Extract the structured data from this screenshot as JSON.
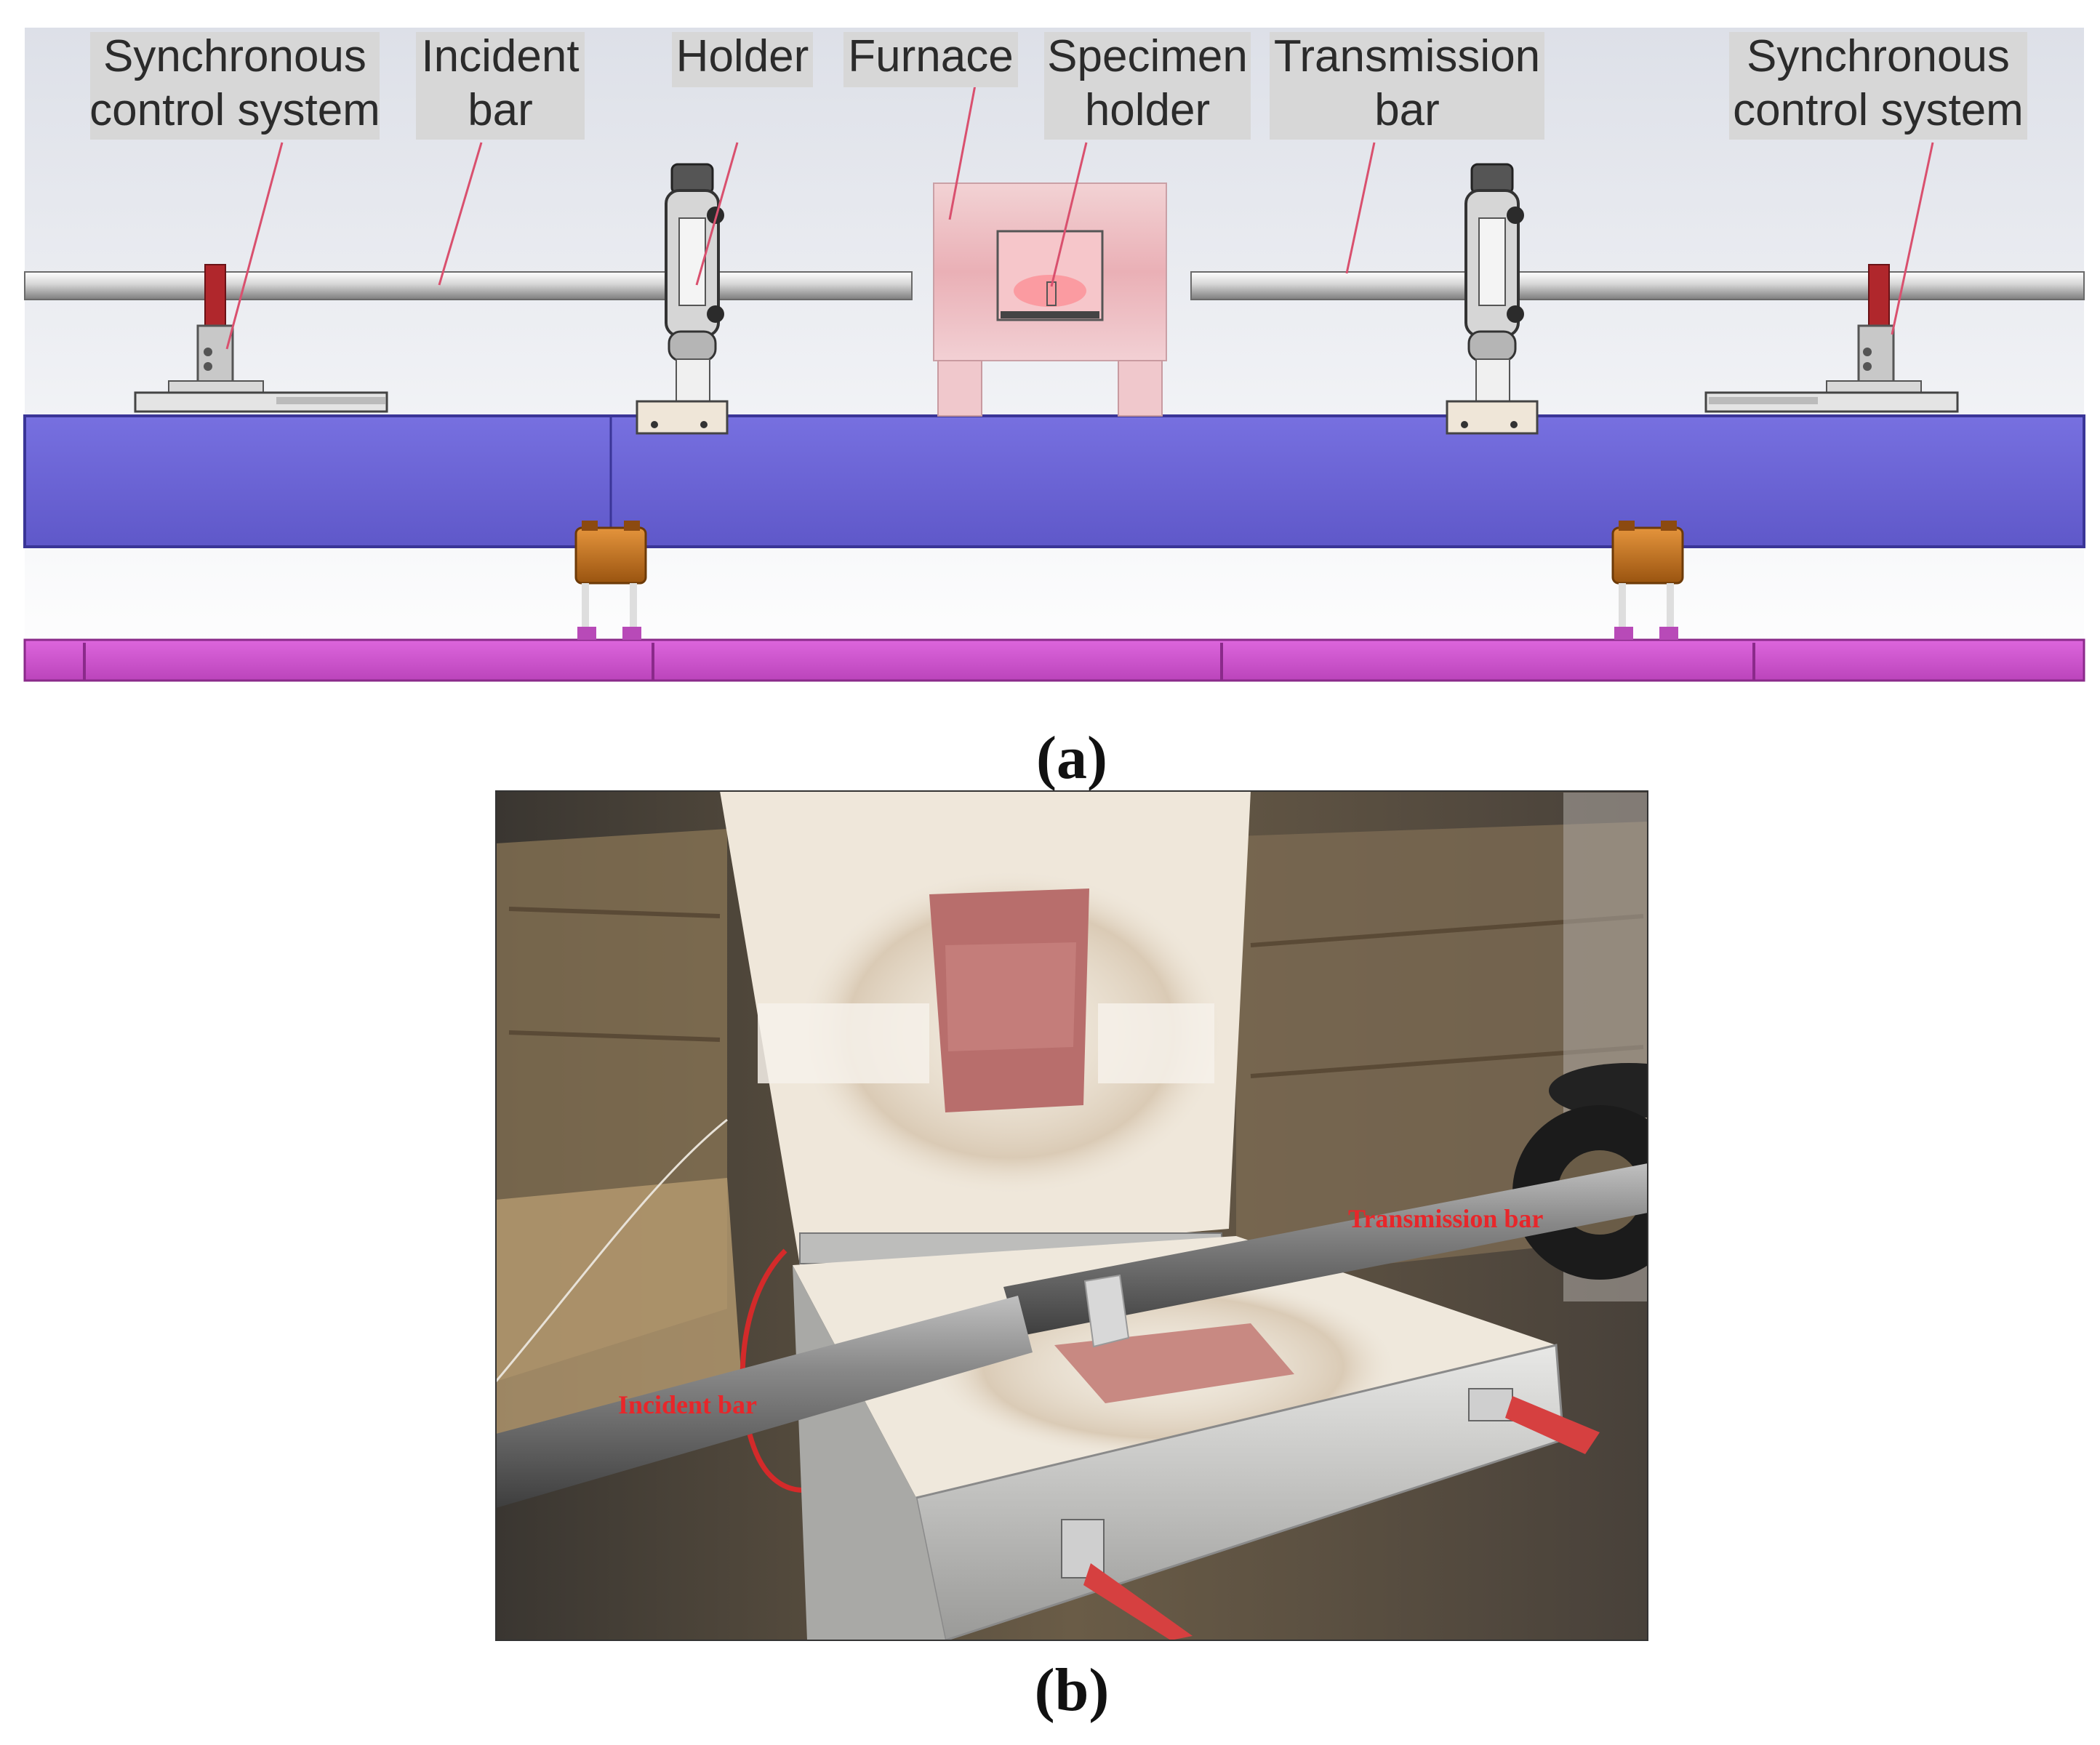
{
  "panel_a": {
    "caption": "(a)",
    "labels": {
      "sync_left": [
        "Synchronous",
        "control system"
      ],
      "incident_bar": [
        "Incident",
        "bar"
      ],
      "holder": [
        "Holder"
      ],
      "furnace": [
        "Furnace"
      ],
      "specimen_holder": [
        "Specimen",
        "holder"
      ],
      "transmission_bar": [
        "Transmission",
        "bar"
      ],
      "sync_right": [
        "Synchronous",
        "control system"
      ]
    }
  },
  "panel_b": {
    "caption": "(b)",
    "labels": {
      "incident_bar": "Incident bar",
      "transmission_bar": "Transmission bar"
    }
  },
  "colors": {
    "beam_blue": "#6b64d6",
    "rail_magenta": "#cc55cc",
    "label_box": "#d7d7d7",
    "leader_line": "#d9506e",
    "photo_label": "#e8262a"
  }
}
